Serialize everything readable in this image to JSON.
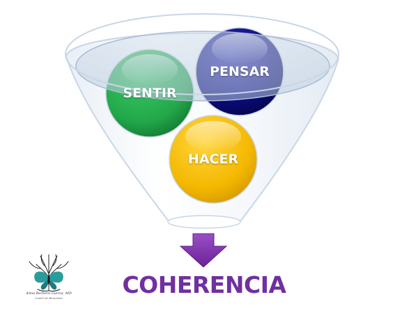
{
  "diagram": {
    "circles": [
      {
        "id": "pensar",
        "label": "PENSAR",
        "color": "#0a0a7a"
      },
      {
        "id": "sentir",
        "label": "SENTIR",
        "color": "#22a84a"
      },
      {
        "id": "hacer",
        "label": "HACER",
        "color": "#f4b800"
      }
    ],
    "result": {
      "label": "COHERENCIA",
      "color": "#7030a0"
    },
    "arrow_color": "#7b2fa8",
    "funnel_color": "#c9d6e6"
  },
  "logo": {
    "name": "Anna Barbera Garcia, MD",
    "subtitle": "Coach de Bienestar",
    "icon": "butterfly-tree-icon"
  }
}
